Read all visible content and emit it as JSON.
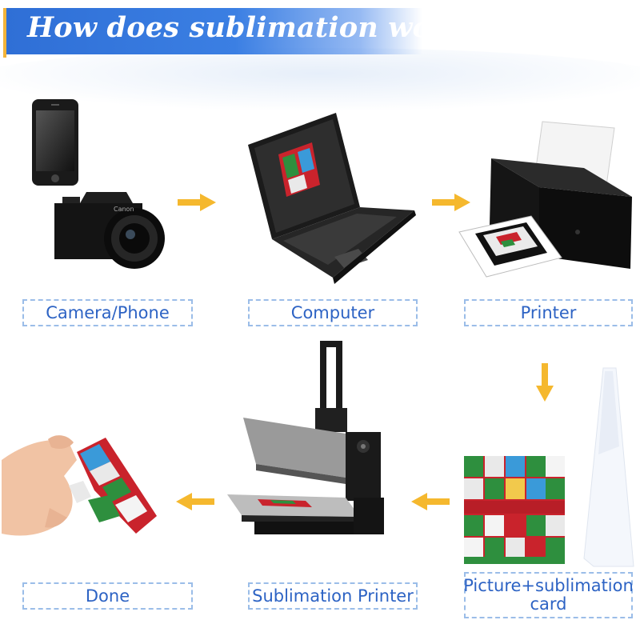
{
  "title": "How does sublimation work",
  "steps": [
    {
      "label": "Camera/Phone",
      "icon": "camera-phone-icon"
    },
    {
      "label": "Computer",
      "icon": "laptop-icon"
    },
    {
      "label": "Printer",
      "icon": "printer-icon"
    },
    {
      "label_line1": "Picture+sublimation",
      "label_line2": "card",
      "icon": "sublimation-card-icon"
    },
    {
      "label": "Sublimation Printer",
      "icon": "heat-press-icon"
    },
    {
      "label": "Done",
      "icon": "finished-product-icon"
    }
  ],
  "colors": {
    "banner": "#2f6fd6",
    "banner_accent": "#f3b43a",
    "label_text": "#2d63c4",
    "label_border": "#9bbde8",
    "arrow": "#f5b82e"
  }
}
